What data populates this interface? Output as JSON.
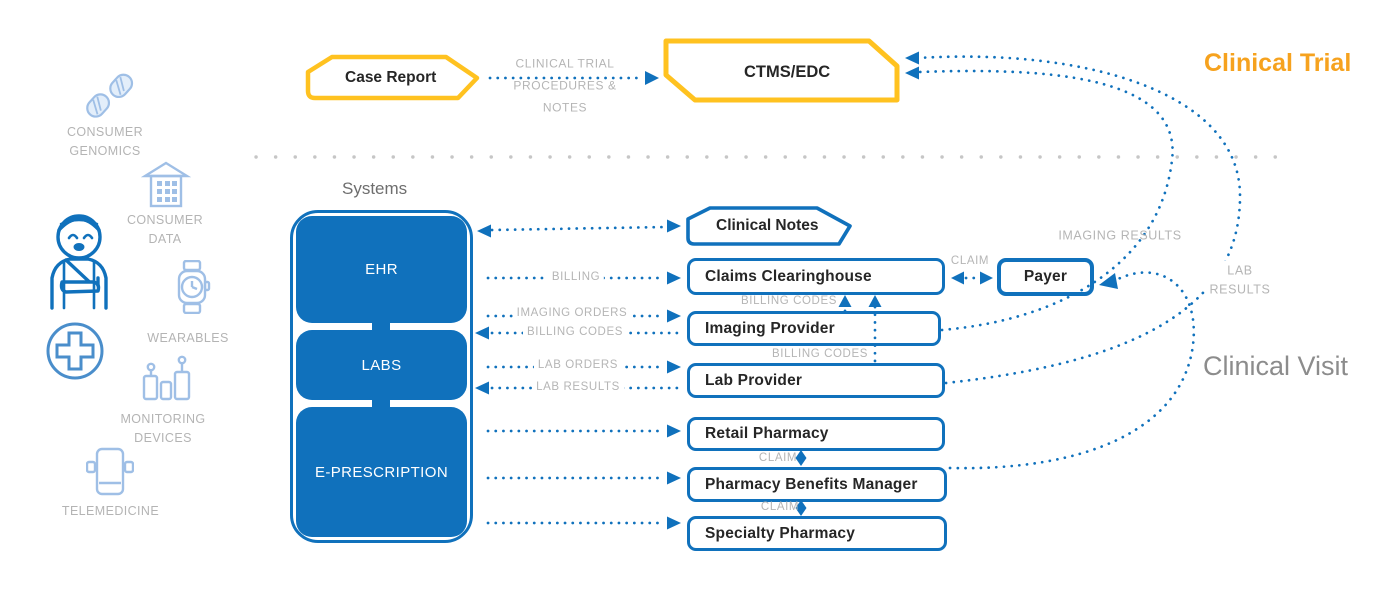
{
  "colors": {
    "blue": "#1071BC",
    "light_blue_icon": "#9FBFE6",
    "yellow_border": "#FFC220",
    "orange_text": "#F6A21E",
    "gray_label": "#B5B5B5",
    "gray_text": "#8C8C8C"
  },
  "left_panel": {
    "items": [
      {
        "label": "CONSUMER\nGENOMICS"
      },
      {
        "label": "CONSUMER\nDATA"
      },
      {
        "label": "WEARABLES"
      },
      {
        "label": "MONITORING\nDEVICES"
      },
      {
        "label": "TELEMEDICINE"
      }
    ]
  },
  "clinical_trial": {
    "section_title": "Clinical Trial",
    "case_report_label": "Case Report",
    "flow_label": "CLINICAL TRIAL\nPROCEDURES &\nNOTES",
    "ctms_label": "CTMS/EDC"
  },
  "systems": {
    "title": "Systems",
    "items": [
      {
        "label": "EHR"
      },
      {
        "label": "LABS"
      },
      {
        "label": "E-PRESCRIPTION"
      }
    ]
  },
  "entities": {
    "clinical_notes": "Clinical Notes",
    "claims_clearinghouse": "Claims Clearinghouse",
    "imaging_provider": "Imaging Provider",
    "lab_provider": "Lab Provider",
    "retail_pharmacy": "Retail Pharmacy",
    "pharmacy_benefits_manager": "Pharmacy Benefits Manager",
    "specialty_pharmacy": "Specialty Pharmacy",
    "payer": "Payer"
  },
  "flows": {
    "billing": "BILLING",
    "imaging_orders": "IMAGING ORDERS",
    "billing_codes_return": "BILLING CODES",
    "lab_orders": "LAB ORDERS",
    "lab_results_return": "LAB RESULTS",
    "billing_codes_imaging": "BILLING CODES",
    "billing_codes_lab": "BILLING CODES",
    "claim_payer": "CLAIM",
    "claim_retail_pbm": "CLAIM",
    "claim_pbm_specialty": "CLAIM",
    "imaging_results": "IMAGING RESULTS",
    "lab_results": "LAB\nRESULTS"
  },
  "sections": {
    "clinical_visit": "Clinical Visit"
  }
}
